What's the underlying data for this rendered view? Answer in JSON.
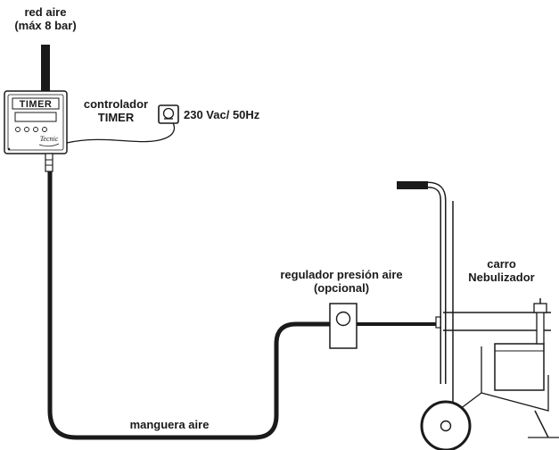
{
  "labels": {
    "air_network": {
      "line1": "red aire",
      "line2": "(máx 8 bar)"
    },
    "controller": {
      "line1": "controlador",
      "line2": "TIMER"
    },
    "power": "230 Vac/ 50Hz",
    "regulator": {
      "line1": "regulador presión aire",
      "line2": "(opcional)"
    },
    "cart": {
      "line1": "carro",
      "line2": "Nebulizador"
    },
    "hose": "manguera aire"
  },
  "device": {
    "brand": "TIMER",
    "maker": "Tecnic"
  },
  "colors": {
    "ink": "#1a1a1a",
    "background": "#ffffff"
  }
}
